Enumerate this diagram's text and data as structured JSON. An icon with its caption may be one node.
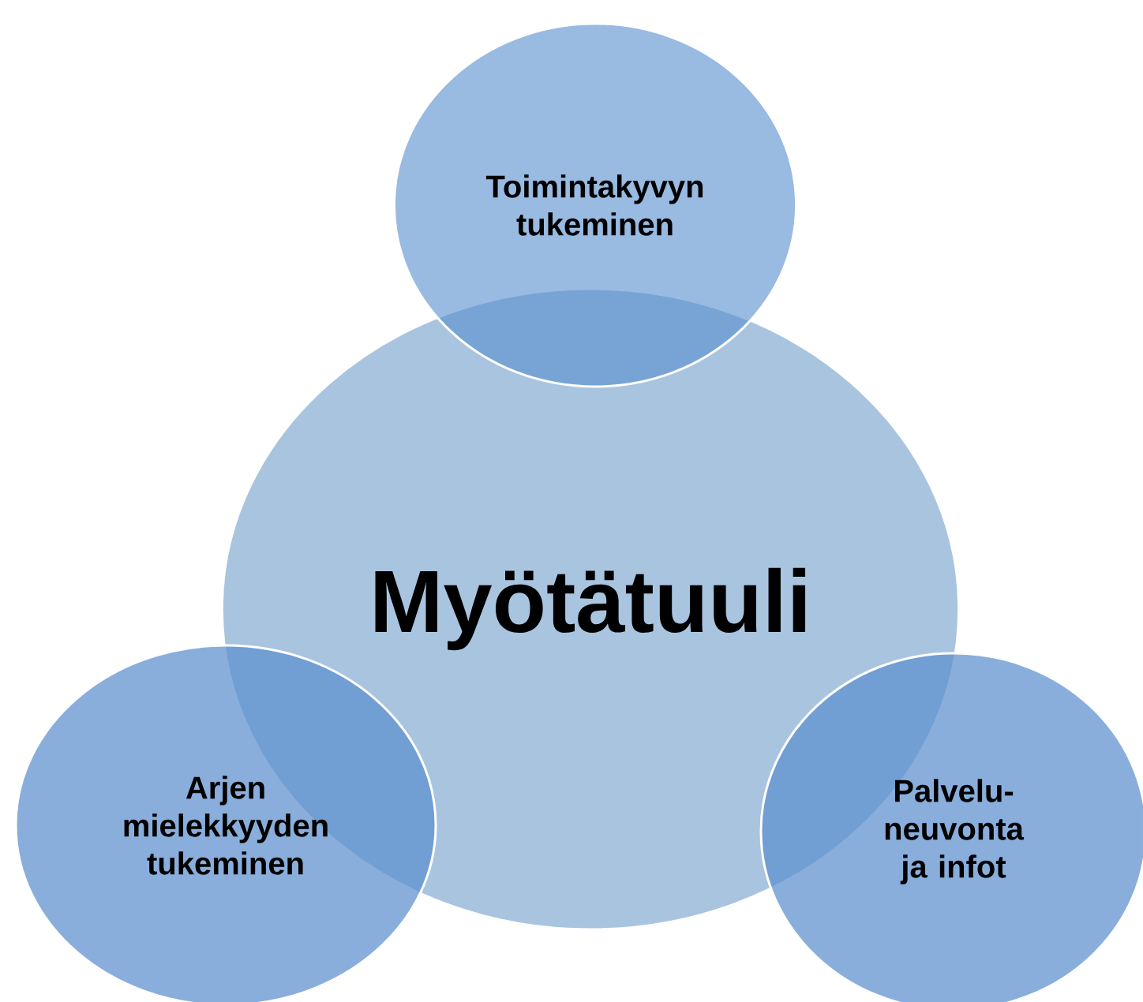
{
  "diagram": {
    "nodes": [
      {
        "text": [
          "Toimintakyvyn tukeminen"
        ]
      },
      {
        "text": [
          "Myötätuuli"
        ]
      },
      {
        "text": [
          "Arjen mielekkyyden tukeminen"
        ]
      },
      {
        "text": [
          "Palvelu-neuvonta ja infot"
        ]
      }
    ]
  }
}
